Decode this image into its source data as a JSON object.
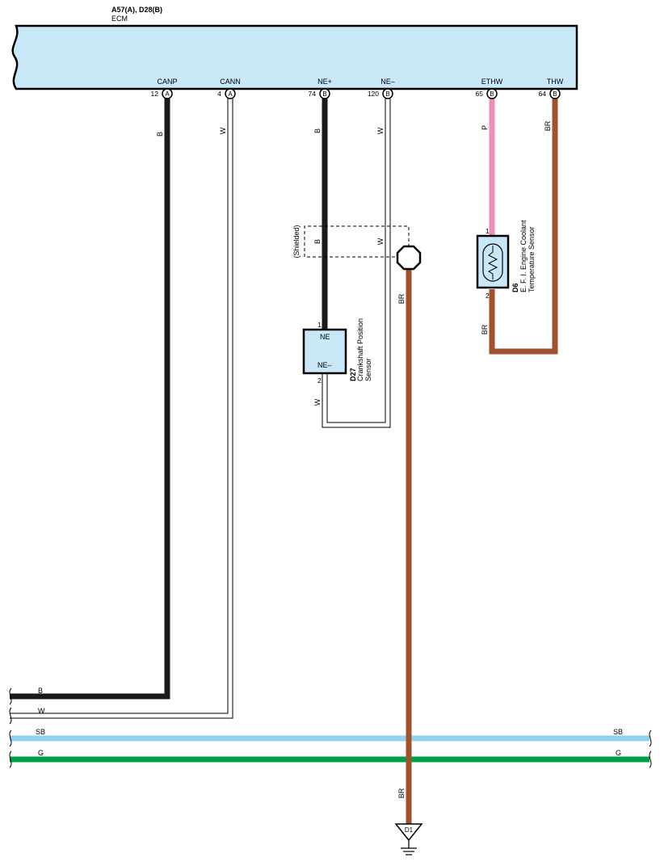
{
  "ecm": {
    "title": "A57(A), D28(B)",
    "name": "ECM",
    "fill": "#c8e8f8"
  },
  "ecm_pins": [
    {
      "id": "canp",
      "terminal": "CANP",
      "pin": "12",
      "connector": "A"
    },
    {
      "id": "cann",
      "terminal": "CANN",
      "pin": "4",
      "connector": "A"
    },
    {
      "id": "nep",
      "terminal": "NE+",
      "pin": "74",
      "connector": "B"
    },
    {
      "id": "nem",
      "terminal": "NE–",
      "pin": "120",
      "connector": "B"
    },
    {
      "id": "ethw",
      "terminal": "ETHW",
      "pin": "65",
      "connector": "B"
    },
    {
      "id": "thw",
      "terminal": "THW",
      "pin": "64",
      "connector": "B"
    }
  ],
  "wire_colors": {
    "canp": "B",
    "cann": "W",
    "nep": "B",
    "nem": "W",
    "ethw": "P",
    "thw": "BR",
    "shield_b": "B",
    "shield_w": "W",
    "shield_drain": "BR",
    "d27_pin2": "W",
    "d6_pin2": "BR",
    "ground": "BR"
  },
  "shield_label": "(Shielded)",
  "crankshaft_sensor": {
    "code": "D27",
    "name_line1": "Crankshaft Position",
    "name_line2": "Sensor",
    "terminal_top": "NE",
    "terminal_bottom": "NE–",
    "pin_top": "1",
    "pin_bottom": "2",
    "fill": "#c8e8f8"
  },
  "coolant_sensor": {
    "code": "D6",
    "name_line1": "E. F. I. Engine Coolant",
    "name_line2": "Temperature Sensor",
    "pin_top": "1",
    "pin_bottom": "2",
    "fill": "#c8e8f8"
  },
  "bus_lines": [
    {
      "id": "bus-b",
      "left_label": "B",
      "right_label": "",
      "color": "#1a1a1a"
    },
    {
      "id": "bus-w",
      "left_label": "W",
      "right_label": "",
      "color": "#ffffff"
    },
    {
      "id": "bus-sb",
      "left_label": "SB",
      "right_label": "SB",
      "color": "#8fd3f4"
    },
    {
      "id": "bus-g",
      "left_label": "G",
      "right_label": "G",
      "color": "#00a04a"
    }
  ],
  "ground": {
    "code": "D1"
  },
  "colors": {
    "black_wire": "#1a1a1a",
    "white_wire": "#ffffff",
    "brown_wire": "#a0522d",
    "pink_wire": "#f08cbc",
    "sky_blue_wire": "#8fd3f4",
    "green_wire": "#00a04a"
  }
}
